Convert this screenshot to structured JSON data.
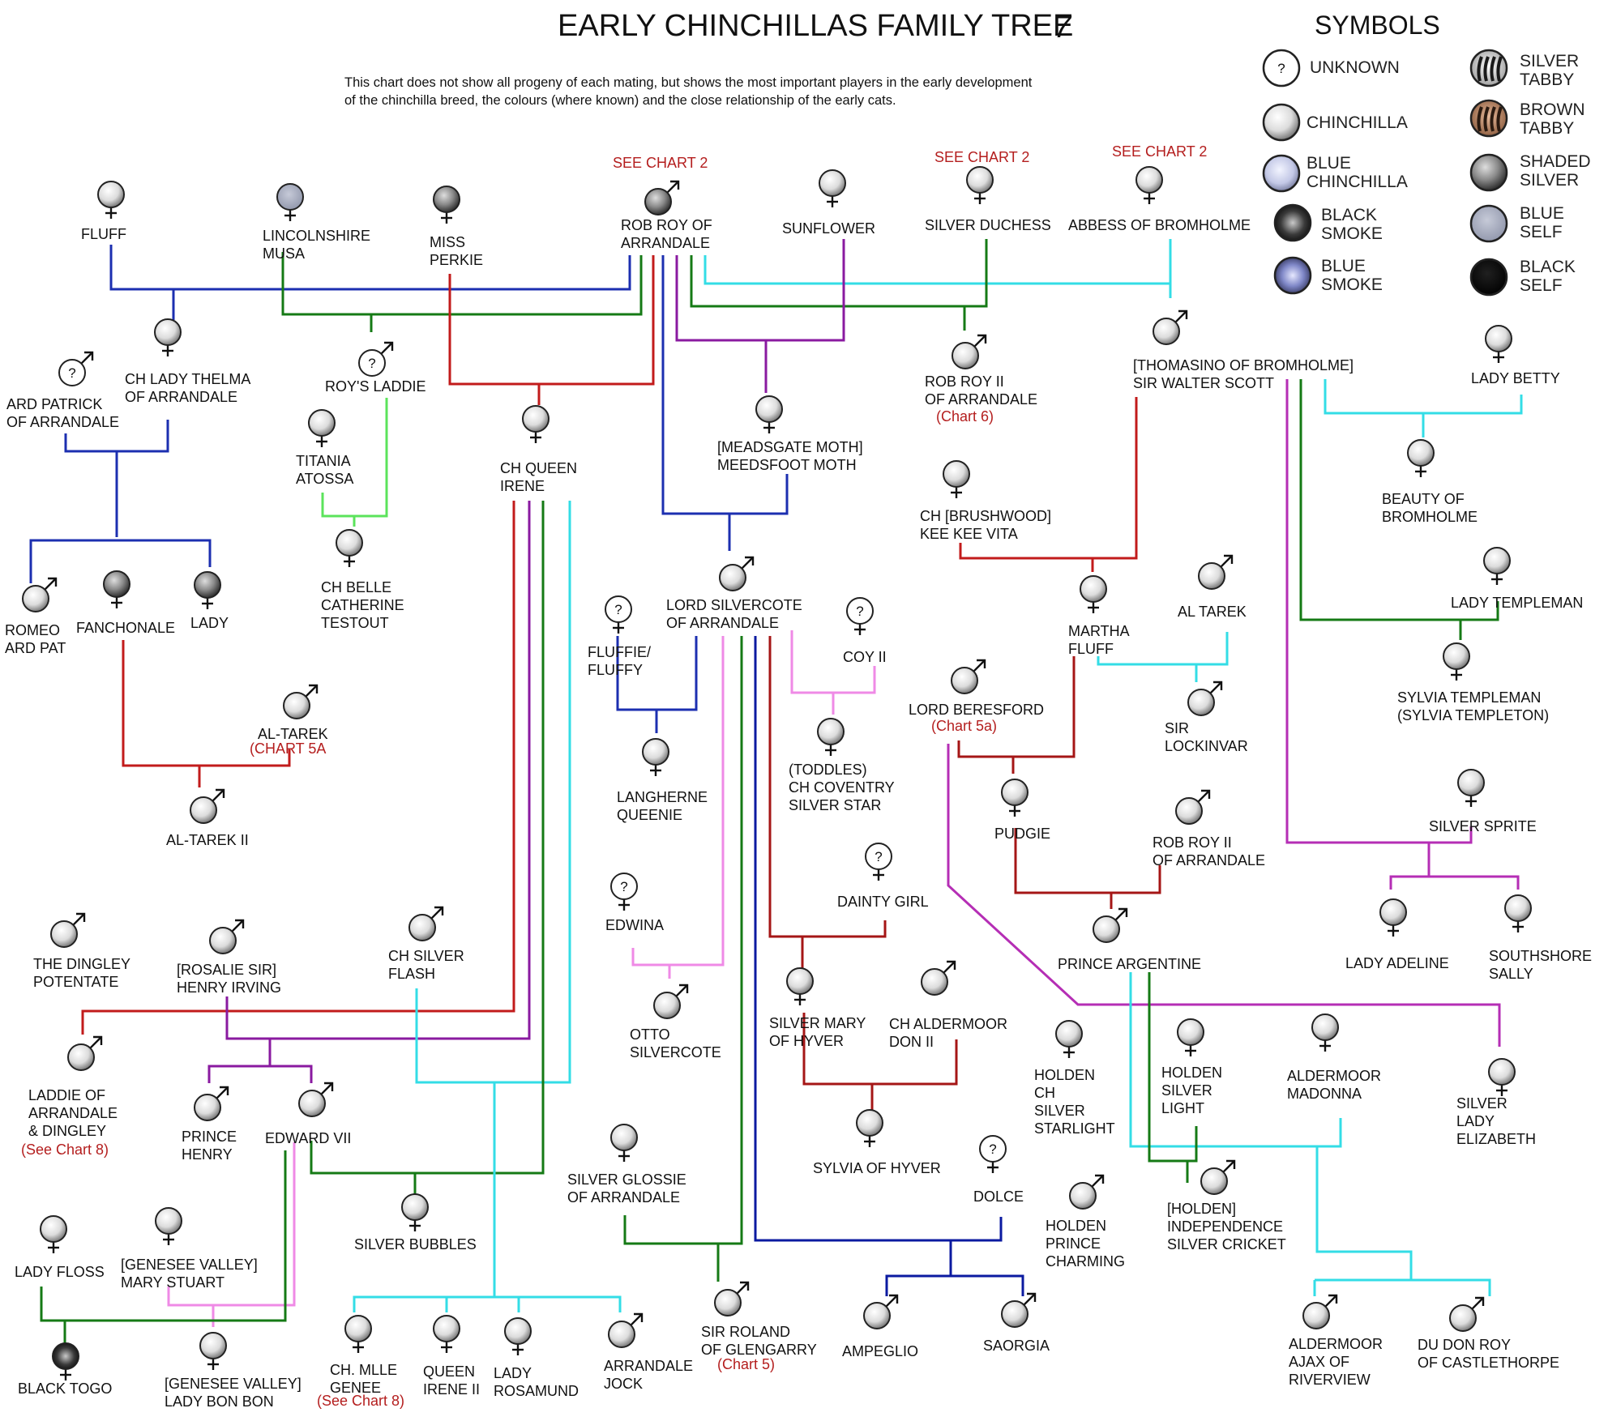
{
  "header": {
    "title": "EARLY CHINCHILLAS FAMILY TREE",
    "number": "7",
    "intro": [
      "This chart does not show all progeny of each mating, but shows the most important players in the early development",
      "of the chinchilla breed, the colours (where known) and the close relationship of the early cats."
    ]
  },
  "legend": {
    "title": "SYMBOLS",
    "items": [
      {
        "key": "unknown",
        "lines": [
          "UNKNOWN"
        ]
      },
      {
        "key": "chinchilla",
        "lines": [
          "CHINCHILLA"
        ]
      },
      {
        "key": "blue_chinchilla",
        "lines": [
          "BLUE",
          "CHINCHILLA"
        ]
      },
      {
        "key": "black_smoke",
        "lines": [
          "BLACK",
          "SMOKE"
        ]
      },
      {
        "key": "blue_smoke",
        "lines": [
          "BLUE",
          "SMOKE"
        ]
      },
      {
        "key": "silver_tabby",
        "lines": [
          "SILVER",
          "TABBY"
        ]
      },
      {
        "key": "brown_tabby",
        "lines": [
          "BROWN",
          "TABBY"
        ]
      },
      {
        "key": "shaded_silver",
        "lines": [
          "SHADED",
          "SILVER"
        ]
      },
      {
        "key": "blue_self",
        "lines": [
          "BLUE",
          "SELF"
        ]
      },
      {
        "key": "black_self",
        "lines": [
          "BLACK",
          "SELF"
        ]
      }
    ]
  },
  "cats": [
    {
      "id": "fluff",
      "sex": "F",
      "color": "chinchilla",
      "lines": [
        "FLUFF"
      ]
    },
    {
      "id": "lincolnshire_musa",
      "sex": "F",
      "color": "blue_self",
      "lines": [
        "LINCOLNSHIRE",
        "MUSA"
      ]
    },
    {
      "id": "miss_perkie",
      "sex": "F",
      "color": "shaded_silver",
      "lines": [
        "MISS",
        "PERKIE"
      ]
    },
    {
      "id": "rob_roy",
      "sex": "M",
      "color": "shaded_silver",
      "lines": [
        "ROB ROY OF",
        "ARRANDALE"
      ],
      "note": "SEE CHART 2"
    },
    {
      "id": "sunflower",
      "sex": "F",
      "color": "chinchilla",
      "lines": [
        "SUNFLOWER"
      ]
    },
    {
      "id": "silver_duchess",
      "sex": "F",
      "color": "chinchilla",
      "lines": [
        "SILVER DUCHESS"
      ],
      "note": "SEE CHART 2"
    },
    {
      "id": "abbess",
      "sex": "F",
      "color": "chinchilla",
      "lines": [
        "ABBESS OF BROMHOLME"
      ],
      "note": "SEE CHART 2"
    },
    {
      "id": "ard_patrick",
      "sex": "M",
      "color": "unknown",
      "lines": [
        "ARD PATRICK",
        "OF ARRANDALE"
      ]
    },
    {
      "id": "lady_thelma",
      "sex": "F",
      "color": "chinchilla",
      "lines": [
        "CH LADY THELMA",
        "OF ARRANDALE"
      ]
    },
    {
      "id": "roys_laddie",
      "sex": "M",
      "color": "unknown",
      "lines": [
        "ROY'S LADDIE"
      ]
    },
    {
      "id": "titania",
      "sex": "F",
      "color": "chinchilla",
      "lines": [
        "TITANIA",
        "ATOSSA"
      ]
    },
    {
      "id": "queen_irene",
      "sex": "F",
      "color": "chinchilla",
      "lines": [
        "CH QUEEN",
        "IRENE"
      ]
    },
    {
      "id": "meedsfoot",
      "sex": "F",
      "color": "chinchilla",
      "lines": [
        "[MEADSGATE MOTH]",
        "MEEDSFOOT MOTH"
      ]
    },
    {
      "id": "rob_roy_ii",
      "sex": "M",
      "color": "chinchilla",
      "lines": [
        "ROB ROY II",
        "OF ARRANDALE"
      ],
      "note": "(Chart 6)"
    },
    {
      "id": "walter_scott",
      "sex": "M",
      "color": "chinchilla",
      "lines": [
        "[THOMASINO OF BROMHOLME]",
        "SIR WALTER SCOTT"
      ]
    },
    {
      "id": "lady_betty",
      "sex": "F",
      "color": "chinchilla",
      "lines": [
        "LADY BETTY"
      ]
    },
    {
      "id": "beauty",
      "sex": "F",
      "color": "chinchilla",
      "lines": [
        "BEAUTY OF",
        "BROMHOLME"
      ]
    },
    {
      "id": "belle",
      "sex": "F",
      "color": "chinchilla",
      "lines": [
        "CH BELLE",
        "CATHERINE",
        "TESTOUT"
      ]
    },
    {
      "id": "kee_kee",
      "sex": "F",
      "color": "chinchilla",
      "lines": [
        "CH [BRUSHWOOD]",
        "KEE KEE VITA"
      ]
    },
    {
      "id": "romeo",
      "sex": "M",
      "color": "chinchilla",
      "lines": [
        "ROMEO",
        "ARD PAT"
      ]
    },
    {
      "id": "fanchonale",
      "sex": "F",
      "color": "shaded_silver",
      "lines": [
        "FANCHONALE"
      ]
    },
    {
      "id": "lady",
      "sex": "F",
      "color": "shaded_silver",
      "lines": [
        "LADY"
      ]
    },
    {
      "id": "lord_silvercote",
      "sex": "M",
      "color": "chinchilla",
      "lines": [
        "LORD SILVERCOTE",
        "OF ARRANDALE"
      ]
    },
    {
      "id": "fluffie",
      "sex": "F",
      "color": "unknown",
      "lines": [
        "FLUFFIE/",
        "FLUFFY"
      ]
    },
    {
      "id": "coy",
      "sex": "F",
      "color": "unknown",
      "lines": [
        "COY II"
      ]
    },
    {
      "id": "martha",
      "sex": "F",
      "color": "chinchilla",
      "lines": [
        "MARTHA",
        "FLUFF"
      ]
    },
    {
      "id": "al_tarek_r",
      "sex": "M",
      "color": "chinchilla",
      "lines": [
        "AL TAREK"
      ]
    },
    {
      "id": "lady_templeman",
      "sex": "F",
      "color": "chinchilla",
      "lines": [
        "LADY TEMPLEMAN"
      ]
    },
    {
      "id": "sylvia_templeman",
      "sex": "F",
      "color": "chinchilla",
      "lines": [
        "SYLVIA TEMPLEMAN",
        "(SYLVIA TEMPLETON)"
      ]
    },
    {
      "id": "al_tarek",
      "sex": "M",
      "color": "chinchilla",
      "lines": [
        "AL-TAREK"
      ],
      "note": "(CHART 5A"
    },
    {
      "id": "langherne",
      "sex": "F",
      "color": "chinchilla",
      "lines": [
        "LANGHERNE",
        "QUEENIE"
      ]
    },
    {
      "id": "toddles",
      "sex": "F",
      "color": "chinchilla",
      "lines": [
        "(TODDLES)",
        "CH COVENTRY",
        "SILVER STAR"
      ]
    },
    {
      "id": "lord_beresford",
      "sex": "M",
      "color": "chinchilla",
      "lines": [
        "LORD BERESFORD"
      ],
      "note": "(Chart 5a)"
    },
    {
      "id": "lockinvar",
      "sex": "M",
      "color": "chinchilla",
      "lines": [
        "SIR",
        "LOCKINVAR"
      ]
    },
    {
      "id": "al_tarek_ii",
      "sex": "M",
      "color": "chinchilla",
      "lines": [
        "AL-TAREK II"
      ]
    },
    {
      "id": "pudgie",
      "sex": "F",
      "color": "chinchilla",
      "lines": [
        "PUDGIE"
      ]
    },
    {
      "id": "rob_roy_ii_b",
      "sex": "M",
      "color": "chinchilla",
      "lines": [
        "ROB ROY II",
        "OF ARRANDALE"
      ]
    },
    {
      "id": "silver_sprite",
      "sex": "F",
      "color": "chinchilla",
      "lines": [
        "SILVER SPRITE"
      ]
    },
    {
      "id": "dainty_girl",
      "sex": "F",
      "color": "unknown",
      "lines": [
        "DAINTY GIRL"
      ]
    },
    {
      "id": "edwina",
      "sex": "F",
      "color": "unknown",
      "lines": [
        "EDWINA"
      ]
    },
    {
      "id": "dingley",
      "sex": "M",
      "color": "chinchilla",
      "lines": [
        "THE DINGLEY",
        "POTENTATE"
      ]
    },
    {
      "id": "henry_irving",
      "sex": "M",
      "color": "chinchilla",
      "lines": [
        "[ROSALIE SIR]",
        "HENRY IRVING"
      ]
    },
    {
      "id": "silver_flash",
      "sex": "M",
      "color": "chinchilla",
      "lines": [
        "CH SILVER",
        "FLASH"
      ]
    },
    {
      "id": "prince_argentine",
      "sex": "M",
      "color": "chinchilla",
      "lines": [
        "PRINCE ARGENTINE"
      ]
    },
    {
      "id": "lady_adeline",
      "sex": "F",
      "color": "chinchilla",
      "lines": [
        "LADY ADELINE"
      ]
    },
    {
      "id": "southshore",
      "sex": "F",
      "color": "chinchilla",
      "lines": [
        "SOUTHSHORE",
        "SALLY"
      ]
    },
    {
      "id": "otto",
      "sex": "M",
      "color": "chinchilla",
      "lines": [
        "OTTO",
        "SILVERCOTE"
      ]
    },
    {
      "id": "silver_mary",
      "sex": "F",
      "color": "chinchilla",
      "lines": [
        "SILVER MARY",
        "OF HYVER"
      ]
    },
    {
      "id": "aldermoor_don",
      "sex": "M",
      "color": "chinchilla",
      "lines": [
        "CH ALDERMOOR",
        "DON II"
      ]
    },
    {
      "id": "laddie",
      "sex": "M",
      "color": "chinchilla",
      "lines": [
        "LADDIE OF",
        "ARRANDALE",
        "& DINGLEY"
      ],
      "note": "(See Chart 8)"
    },
    {
      "id": "holden_starlight",
      "sex": "F",
      "color": "chinchilla",
      "lines": [
        "HOLDEN",
        "CH",
        "SILVER",
        "STARLIGHT"
      ]
    },
    {
      "id": "holden_light",
      "sex": "F",
      "color": "chinchilla",
      "lines": [
        "HOLDEN",
        "SILVER",
        "LIGHT"
      ]
    },
    {
      "id": "aldermoor_madonna",
      "sex": "F",
      "color": "chinchilla",
      "lines": [
        "ALDERMOOR",
        "MADONNA"
      ]
    },
    {
      "id": "silver_lady_elizabeth",
      "sex": "F",
      "color": "chinchilla",
      "lines": [
        "SILVER",
        "LADY",
        "ELIZABETH"
      ]
    },
    {
      "id": "prince_henry",
      "sex": "M",
      "color": "chinchilla",
      "lines": [
        "PRINCE",
        "HENRY"
      ]
    },
    {
      "id": "edward_vii",
      "sex": "M",
      "color": "chinchilla",
      "lines": [
        "EDWARD VII"
      ]
    },
    {
      "id": "silver_glossie",
      "sex": "F",
      "color": "chinchilla",
      "lines": [
        "SILVER GLOSSIE",
        "OF ARRANDALE"
      ]
    },
    {
      "id": "sylvia_hyver",
      "sex": "F",
      "color": "chinchilla",
      "lines": [
        "SYLVIA OF HYVER"
      ]
    },
    {
      "id": "dolce",
      "sex": "F",
      "color": "unknown",
      "lines": [
        "DOLCE"
      ]
    },
    {
      "id": "lady_floss",
      "sex": "F",
      "color": "chinchilla",
      "lines": [
        "LADY FLOSS"
      ]
    },
    {
      "id": "mary_stuart",
      "sex": "F",
      "color": "chinchilla",
      "lines": [
        "[GENESEE VALLEY]",
        "MARY STUART"
      ]
    },
    {
      "id": "silver_bubbles",
      "sex": "F",
      "color": "chinchilla",
      "lines": [
        "SILVER BUBBLES"
      ]
    },
    {
      "id": "prince_charming",
      "sex": "M",
      "color": "chinchilla",
      "lines": [
        "HOLDEN",
        "PRINCE",
        "CHARMING"
      ]
    },
    {
      "id": "silver_cricket",
      "sex": "M",
      "color": "chinchilla",
      "lines": [
        "[HOLDEN]",
        "INDEPENDENCE",
        "SILVER CRICKET"
      ]
    },
    {
      "id": "black_togo",
      "sex": "F",
      "color": "black_smoke",
      "lines": [
        "BLACK TOGO"
      ]
    },
    {
      "id": "lady_bon_bon",
      "sex": "F",
      "color": "chinchilla",
      "lines": [
        "[GENESEE VALLEY]",
        "LADY BON BON"
      ]
    },
    {
      "id": "mlle_genee",
      "sex": "F",
      "color": "chinchilla",
      "lines": [
        "CH. MLLE",
        "GENEE"
      ],
      "note": "(See Chart 8)"
    },
    {
      "id": "queen_irene_ii",
      "sex": "F",
      "color": "chinchilla",
      "lines": [
        "QUEEN",
        "IRENE II"
      ]
    },
    {
      "id": "lady_rosamund",
      "sex": "F",
      "color": "chinchilla",
      "lines": [
        "LADY",
        "ROSAMUND"
      ]
    },
    {
      "id": "arrandale_jock",
      "sex": "M",
      "color": "chinchilla",
      "lines": [
        "ARRANDALE",
        "JOCK"
      ]
    },
    {
      "id": "sir_roland",
      "sex": "M",
      "color": "chinchilla",
      "lines": [
        "SIR ROLAND",
        "OF GLENGARRY"
      ],
      "note": "(Chart 5)"
    },
    {
      "id": "ampeglio",
      "sex": "M",
      "color": "chinchilla",
      "lines": [
        "AMPEGLIO"
      ]
    },
    {
      "id": "saorgia",
      "sex": "M",
      "color": "chinchilla",
      "lines": [
        "SAORGIA"
      ]
    },
    {
      "id": "ajax",
      "sex": "M",
      "color": "chinchilla",
      "lines": [
        "ALDERMOOR",
        "AJAX OF",
        "RIVERVIEW"
      ]
    },
    {
      "id": "du_don_roy",
      "sex": "M",
      "color": "chinchilla",
      "lines": [
        "DU DON ROY",
        "OF CASTLETHORPE"
      ]
    }
  ],
  "colors": {
    "blue": "#1c2fb0",
    "green": "#157a15",
    "red": "#c21b1b",
    "purple": "#8a1aa0",
    "cyan": "#33dde6",
    "lgreen": "#5be35b",
    "pink": "#ef8ae6",
    "dred": "#a51616",
    "magenta": "#b52eb5",
    "lblue": "#4a5fd0",
    "navy": "#0b1aa0",
    "note_red": "#b41e1e"
  }
}
